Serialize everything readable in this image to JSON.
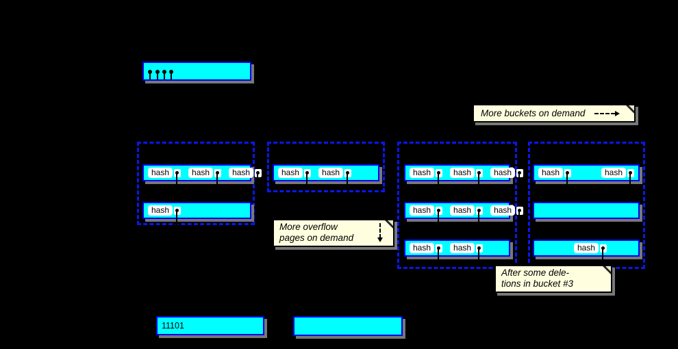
{
  "colors": {
    "background": "#000000",
    "page_fill": "#00ffff",
    "solid_border": "#0000ee",
    "bucket_dashed_border": "#0a17ee",
    "note_fill": "#ffffe0",
    "shadow": "#787878",
    "text": "#000000"
  },
  "directory": {
    "pin_count": 4
  },
  "notes": {
    "more_buckets": {
      "text": "More buckets on demand",
      "arrow": "right-dashed"
    },
    "more_overflow": {
      "line1": "More overflow",
      "line2": "pages on demand",
      "arrow": "down-dashed"
    },
    "after_deletions": {
      "line1": "After some dele-",
      "line2": "tions in bucket #3"
    }
  },
  "buckets": [
    {
      "pages": [
        {
          "cells": [
            "hash",
            "hash",
            "hash"
          ]
        },
        {
          "cells": [
            "hash"
          ]
        }
      ]
    },
    {
      "pages": [
        {
          "cells": [
            "hash",
            "hash"
          ]
        }
      ]
    },
    {
      "pages": [
        {
          "cells": [
            "hash",
            "hash",
            "hash"
          ]
        },
        {
          "cells": [
            "hash",
            "hash",
            "hash"
          ]
        },
        {
          "cells": [
            "hash",
            "hash"
          ]
        }
      ]
    },
    {
      "pages": [
        {
          "cells": [
            "hash",
            "hash"
          ],
          "layout": "spread"
        },
        {
          "cells": []
        },
        {
          "cells": [
            "hash"
          ],
          "layout": "center"
        }
      ]
    }
  ],
  "footer": {
    "left_box_value": "11101",
    "right_box_value": ""
  }
}
